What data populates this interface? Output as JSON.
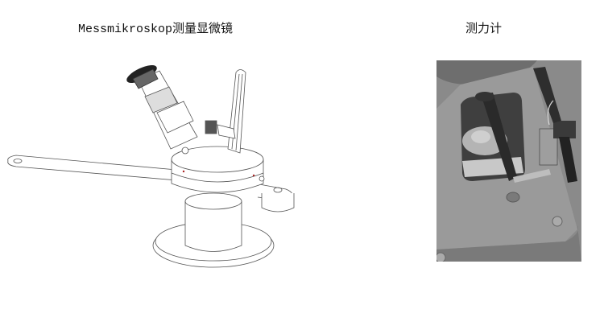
{
  "figures": [
    {
      "caption": "Messmikroskop测量显微镜",
      "description": "Line drawing of a measuring microscope mounted on a rotating base with a long lever arm and a handle"
    },
    {
      "caption": "测力计",
      "description": "Grey-shaded 3D render of a force gauge (dynamometer) attached to a machine base"
    }
  ]
}
